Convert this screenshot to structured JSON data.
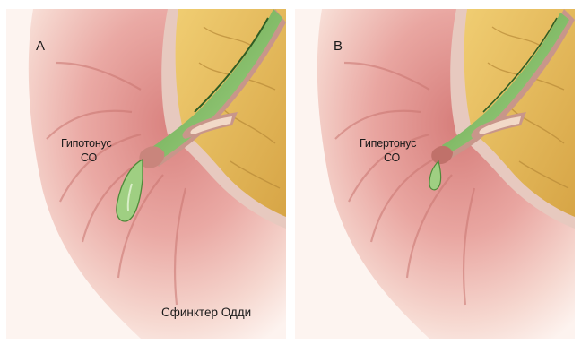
{
  "panels": [
    {
      "letter": "A",
      "tone_line1": "Гипотонус",
      "tone_line2": "СО",
      "caption": "Сфинктер Одди"
    },
    {
      "letter": "B",
      "tone_line1": "Гипертонус",
      "tone_line2": "СО"
    }
  ],
  "colors": {
    "mucosa": "#e8a0a0",
    "mucosa_light": "#f8e2dc",
    "bile": "#8cc46e",
    "pancreas": "#e2b54e",
    "duct_wall": "#c8968a"
  }
}
